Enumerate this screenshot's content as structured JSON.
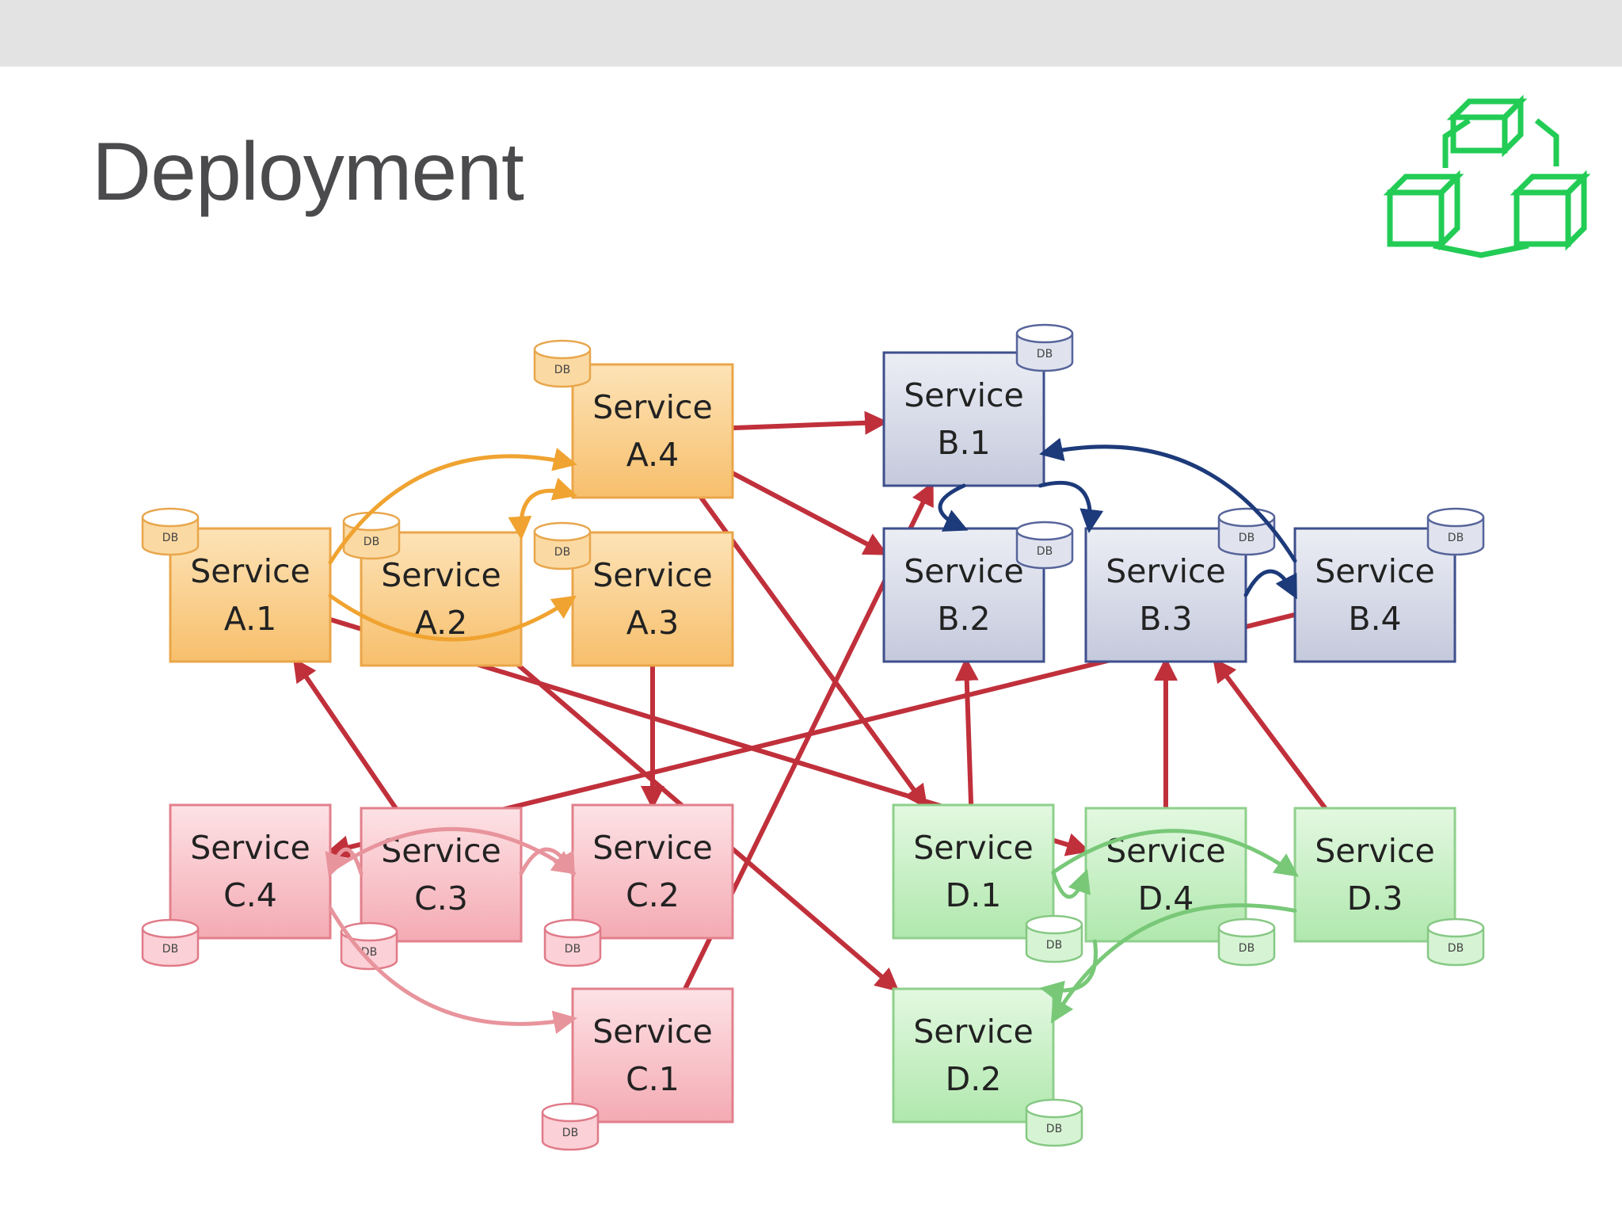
{
  "slide": {
    "title": "Deployment"
  },
  "logo": {
    "icon": "cubes-icon",
    "color": "#22cc55"
  },
  "colors": {
    "group_a": "#f7c27a",
    "group_b": "#c9cde0",
    "group_c": "#f7b7bf",
    "group_d": "#b8ebb6",
    "arrow_cross": "#c0303b",
    "arrow_a": "#f0a330",
    "arrow_b": "#1d3a7a",
    "arrow_c": "#e8949c",
    "arrow_d": "#78c878"
  },
  "db_label": "DB",
  "services": [
    {
      "id": "a1",
      "group": "a",
      "line1": "Service",
      "line2": "A.1"
    },
    {
      "id": "a2",
      "group": "a",
      "line1": "Service",
      "line2": "A.2"
    },
    {
      "id": "a3",
      "group": "a",
      "line1": "Service",
      "line2": "A.3"
    },
    {
      "id": "a4",
      "group": "a",
      "line1": "Service",
      "line2": "A.4"
    },
    {
      "id": "b1",
      "group": "b",
      "line1": "Service",
      "line2": "B.1"
    },
    {
      "id": "b2",
      "group": "b",
      "line1": "Service",
      "line2": "B.2"
    },
    {
      "id": "b3",
      "group": "b",
      "line1": "Service",
      "line2": "B.3"
    },
    {
      "id": "b4",
      "group": "b",
      "line1": "Service",
      "line2": "B.4"
    },
    {
      "id": "c1",
      "group": "c",
      "line1": "Service",
      "line2": "C.1"
    },
    {
      "id": "c2",
      "group": "c",
      "line1": "Service",
      "line2": "C.2"
    },
    {
      "id": "c3",
      "group": "c",
      "line1": "Service",
      "line2": "C.3"
    },
    {
      "id": "c4",
      "group": "c",
      "line1": "Service",
      "line2": "C.4"
    },
    {
      "id": "d1",
      "group": "d",
      "line1": "Service",
      "line2": "D.1"
    },
    {
      "id": "d2",
      "group": "d",
      "line1": "Service",
      "line2": "D.2"
    },
    {
      "id": "d3",
      "group": "d",
      "line1": "Service",
      "line2": "D.3"
    },
    {
      "id": "d4",
      "group": "d",
      "line1": "Service",
      "line2": "D.4"
    }
  ],
  "connections": [
    {
      "from": "a1",
      "to": "a4",
      "group": "a"
    },
    {
      "from": "a1",
      "to": "a3",
      "group": "a"
    },
    {
      "from": "a2",
      "to": "a4",
      "group": "a"
    },
    {
      "from": "a4",
      "to": "a2",
      "group": "a"
    },
    {
      "from": "b1",
      "to": "b3",
      "group": "b"
    },
    {
      "from": "b1",
      "to": "b2",
      "group": "b"
    },
    {
      "from": "b3",
      "to": "b4",
      "group": "b"
    },
    {
      "from": "b4",
      "to": "b1",
      "group": "b"
    },
    {
      "from": "c3",
      "to": "c2",
      "group": "c"
    },
    {
      "from": "c4",
      "to": "c1",
      "group": "c"
    },
    {
      "from": "c4",
      "to": "c2",
      "group": "c"
    },
    {
      "from": "c3",
      "to": "c4",
      "group": "c"
    },
    {
      "from": "d1",
      "to": "d3",
      "group": "d"
    },
    {
      "from": "d1",
      "to": "d4",
      "group": "d"
    },
    {
      "from": "d4",
      "to": "d2",
      "group": "d"
    },
    {
      "from": "d3",
      "to": "d2",
      "group": "d"
    },
    {
      "from": "a4",
      "to": "b1",
      "group": "cross"
    },
    {
      "from": "a4",
      "to": "b2",
      "group": "cross"
    },
    {
      "from": "a4",
      "to": "d1",
      "group": "cross"
    },
    {
      "from": "c3",
      "to": "a1",
      "group": "cross"
    },
    {
      "from": "a1",
      "to": "d4",
      "group": "cross"
    },
    {
      "from": "a2",
      "to": "d2",
      "group": "cross"
    },
    {
      "from": "a3",
      "to": "c2",
      "group": "cross"
    },
    {
      "from": "b4",
      "to": "c4",
      "group": "cross"
    },
    {
      "from": "c1",
      "to": "b1",
      "group": "cross"
    },
    {
      "from": "d1",
      "to": "b2",
      "group": "cross"
    },
    {
      "from": "d4",
      "to": "b3",
      "group": "cross"
    },
    {
      "from": "d3",
      "to": "b3",
      "group": "cross"
    }
  ]
}
